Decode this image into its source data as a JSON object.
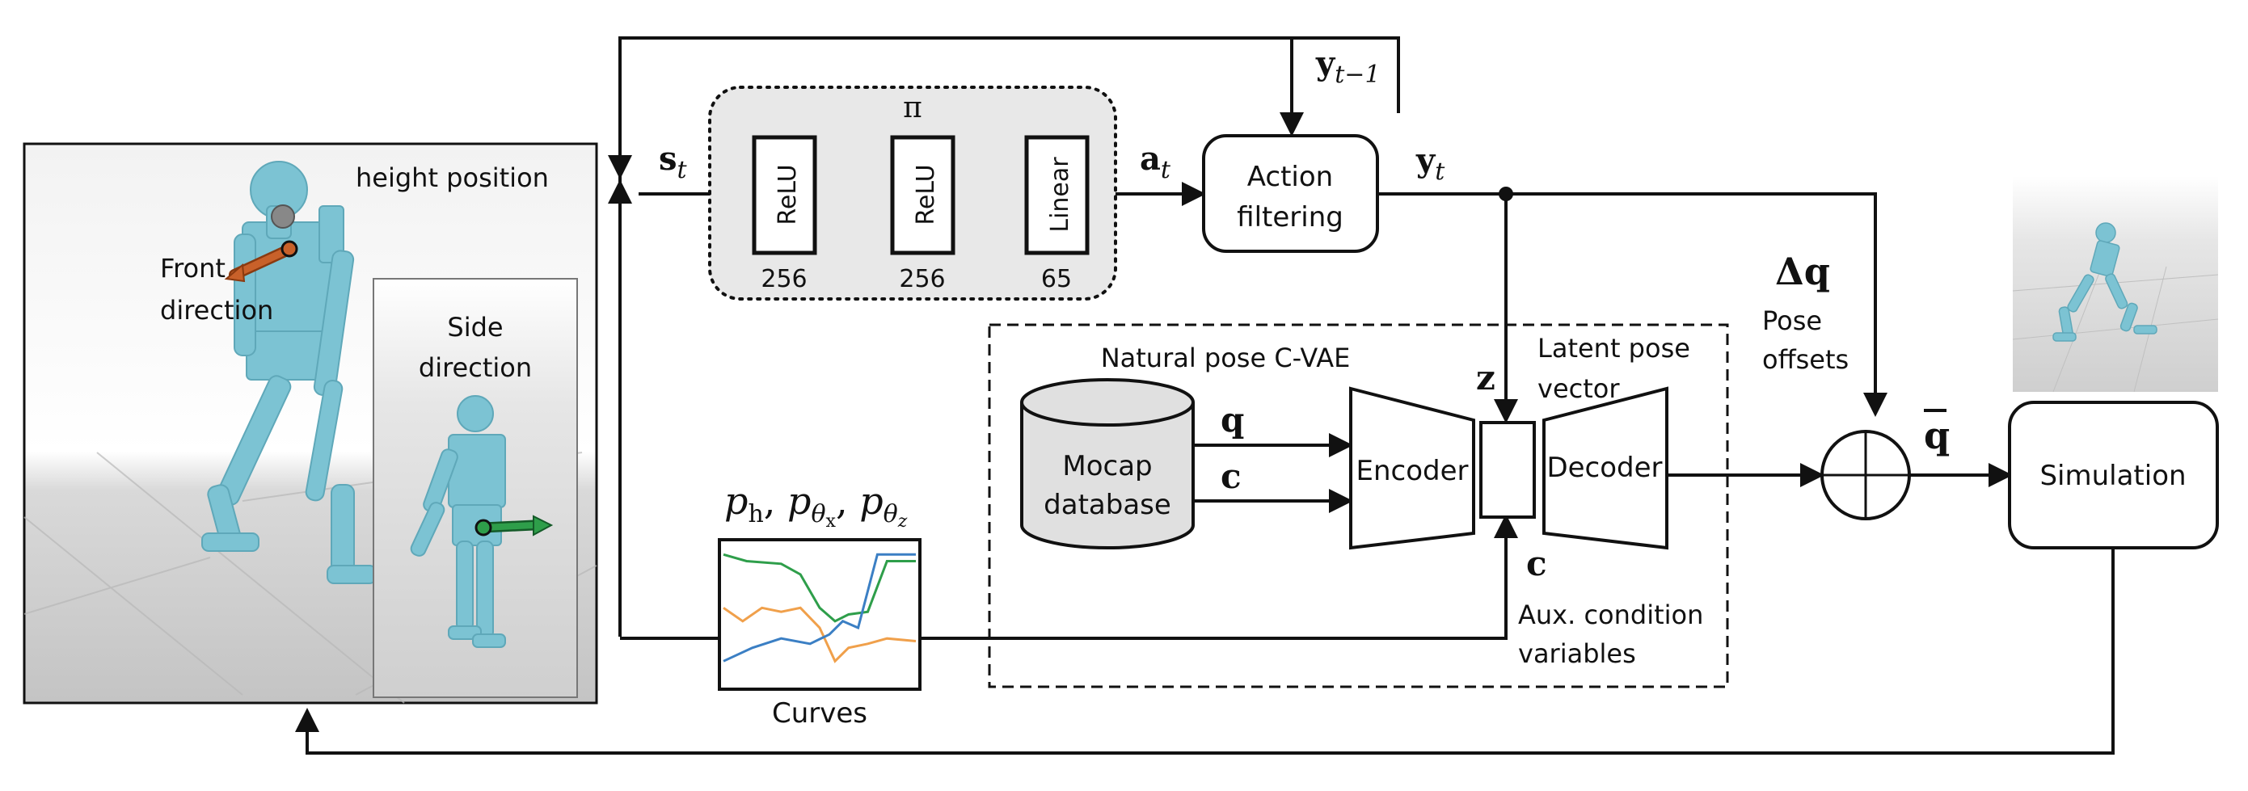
{
  "policy": {
    "name": "π",
    "layers": [
      {
        "label": "ReLU",
        "size": "256"
      },
      {
        "label": "ReLU",
        "size": "256"
      },
      {
        "label": "Linear",
        "size": "65"
      }
    ]
  },
  "signals": {
    "state": {
      "base": "s",
      "sub": "t"
    },
    "action": {
      "base": "a",
      "sub": "t"
    },
    "output": {
      "base": "y",
      "sub": "t"
    },
    "prev_output": {
      "base": "y",
      "sub": "t−1"
    },
    "delta_q": "Δq",
    "q_bar": "q",
    "latent_z": "z",
    "q": "q",
    "c": "c",
    "c_aux": "c",
    "curves_label": {
      "p": "p",
      "sub_h": "h",
      "sub_tx": "θ",
      "sub_tx2": "x",
      "sub_tz": "θ",
      "sub_tz2": "z"
    }
  },
  "blocks": {
    "action_filter_line1": "Action",
    "action_filter_line2": "filtering",
    "vae_title": "Natural pose C-VAE",
    "mocap_line1": "Mocap",
    "mocap_line2": "database",
    "encoder": "Encoder",
    "decoder": "Decoder",
    "latent_line1": "Latent pose",
    "latent_line2": "vector",
    "aux_line1": "Aux. condition",
    "aux_line2": "variables",
    "pose_offsets_line1": "Pose",
    "pose_offsets_line2": "offsets",
    "simulation": "Simulation",
    "curves": "Curves"
  },
  "character_panel": {
    "height_label": "height position",
    "front_line1": "Front",
    "front_line2": "direction",
    "side_line1": "Side",
    "side_line2": "direction"
  },
  "colors": {
    "character": "#7cc3d3",
    "front_arrow": "#c8612a",
    "side_arrow": "#2e9e4a",
    "curve_orange": "#f0a04b",
    "curve_green": "#2e9e4a",
    "curve_blue": "#3b7fc4",
    "policy_fill": "#e8e8e8"
  },
  "curves_data": {
    "green": [
      [
        0,
        0.05
      ],
      [
        0.12,
        0.1
      ],
      [
        0.3,
        0.12
      ],
      [
        0.4,
        0.2
      ],
      [
        0.5,
        0.45
      ],
      [
        0.58,
        0.55
      ],
      [
        0.65,
        0.5
      ],
      [
        0.75,
        0.48
      ],
      [
        0.85,
        0.1
      ],
      [
        1,
        0.1
      ]
    ],
    "orange": [
      [
        0,
        0.45
      ],
      [
        0.1,
        0.55
      ],
      [
        0.2,
        0.45
      ],
      [
        0.3,
        0.48
      ],
      [
        0.4,
        0.45
      ],
      [
        0.5,
        0.6
      ],
      [
        0.58,
        0.85
      ],
      [
        0.65,
        0.75
      ],
      [
        0.75,
        0.72
      ],
      [
        0.85,
        0.68
      ],
      [
        1,
        0.7
      ]
    ],
    "blue": [
      [
        0,
        0.85
      ],
      [
        0.15,
        0.75
      ],
      [
        0.3,
        0.68
      ],
      [
        0.45,
        0.72
      ],
      [
        0.55,
        0.65
      ],
      [
        0.62,
        0.55
      ],
      [
        0.7,
        0.6
      ],
      [
        0.8,
        0.05
      ],
      [
        1,
        0.05
      ]
    ]
  }
}
